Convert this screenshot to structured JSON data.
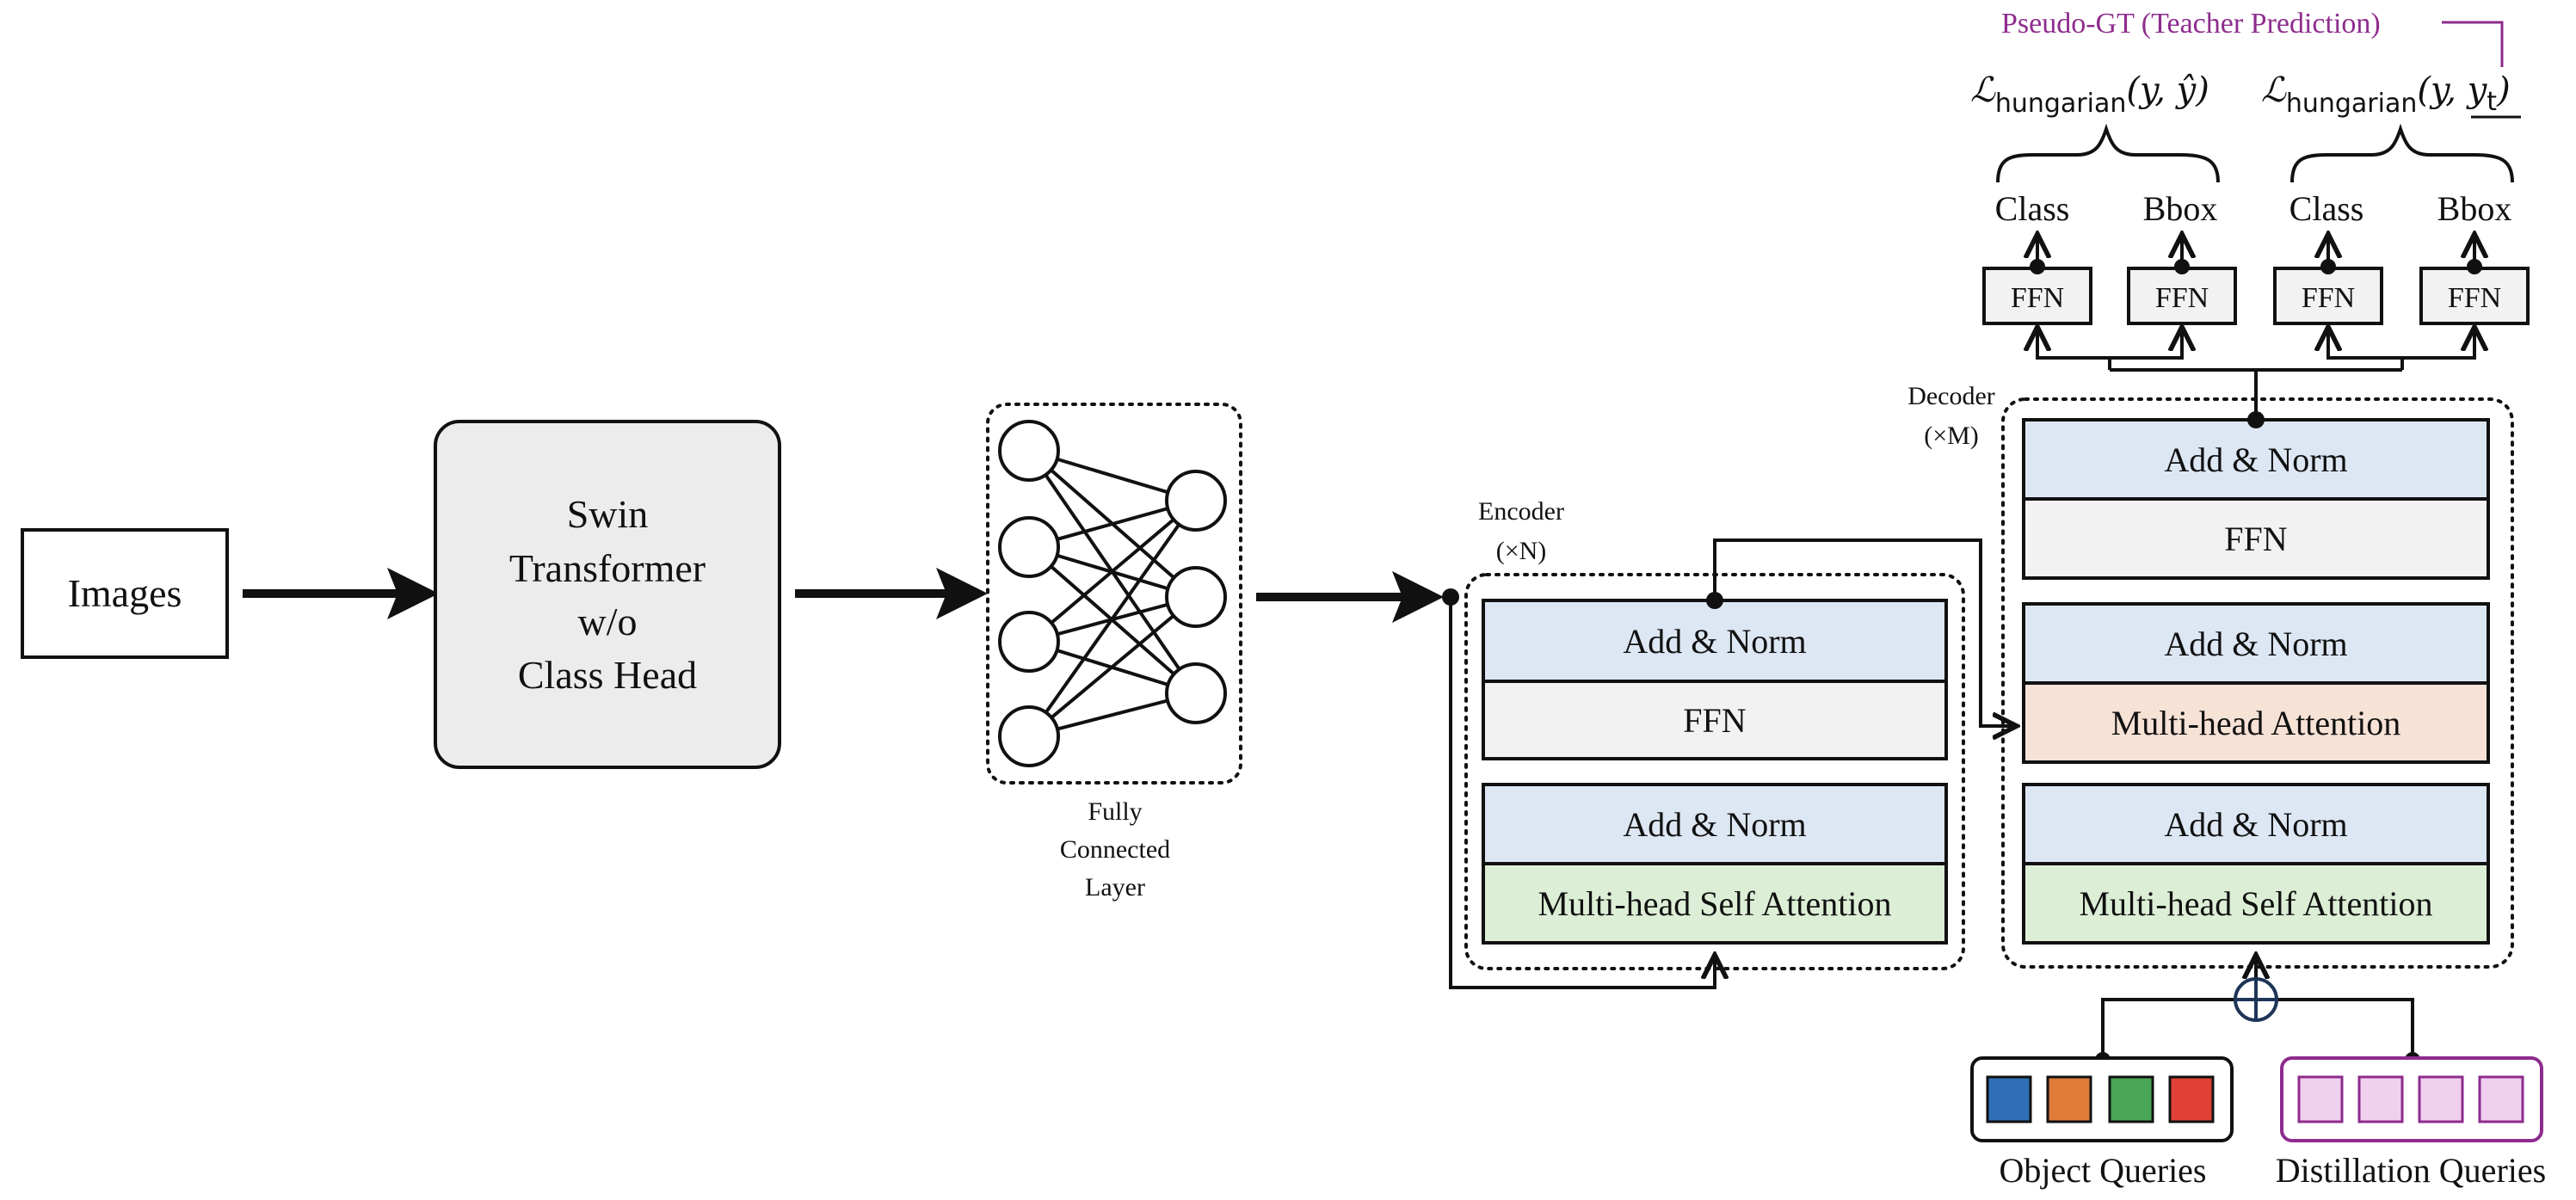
{
  "colors": {
    "stroke": "#111111",
    "swin_fill": "#ececec",
    "add_norm_fill": "#dde7f4",
    "ffn_fill": "#f2f2f2",
    "mhsa_fill": "#dcefd6",
    "cross_attn_fill": "#f7e2d6",
    "pseudo_gt": "#8e2c8e",
    "query_blue": "#2f6fb6",
    "query_orange": "#e07b39",
    "query_green": "#4aa657",
    "query_red": "#e04035",
    "distill_fill": "#f0d0ee"
  },
  "input": {
    "label": "Images"
  },
  "backbone": {
    "lines": [
      "Swin",
      "Transformer",
      "w/o",
      "Class Head"
    ]
  },
  "fc_layer": {
    "label_lines": [
      "Fully",
      "Connected",
      "Layer"
    ]
  },
  "encoder": {
    "title": "Encoder",
    "repeat": "(×N)",
    "blocks": [
      {
        "label": "Add & Norm",
        "kind": "add_norm"
      },
      {
        "label": "FFN",
        "kind": "ffn"
      },
      {
        "label": "Add & Norm",
        "kind": "add_norm"
      },
      {
        "label": "Multi-head Self Attention",
        "kind": "mhsa"
      }
    ]
  },
  "decoder": {
    "title": "Decoder",
    "repeat": "(×M)",
    "blocks": [
      {
        "label": "Add & Norm",
        "kind": "add_norm"
      },
      {
        "label": "FFN",
        "kind": "ffn"
      },
      {
        "label": "Add & Norm",
        "kind": "add_norm"
      },
      {
        "label": "Multi-head Attention",
        "kind": "cross_attn"
      },
      {
        "label": "Add & Norm",
        "kind": "add_norm"
      },
      {
        "label": "Multi-head Self Attention",
        "kind": "mhsa"
      }
    ]
  },
  "heads": {
    "ffn_label": "FFN",
    "outputs": [
      "Class",
      "Bbox",
      "Class",
      "Bbox"
    ]
  },
  "losses": {
    "script_l": "ℒ",
    "subscript": "hungarian",
    "left_args": "(y, ŷ)",
    "right_args_prefix": "(y, ",
    "right_args_target": "y",
    "right_args_target_sub": "t",
    "right_args_suffix": ")"
  },
  "pseudo_gt": {
    "label": "Pseudo-GT (Teacher Prediction)"
  },
  "queries": {
    "object_label": "Object Queries",
    "distill_label": "Distillation Queries",
    "plus_symbol": "+"
  }
}
